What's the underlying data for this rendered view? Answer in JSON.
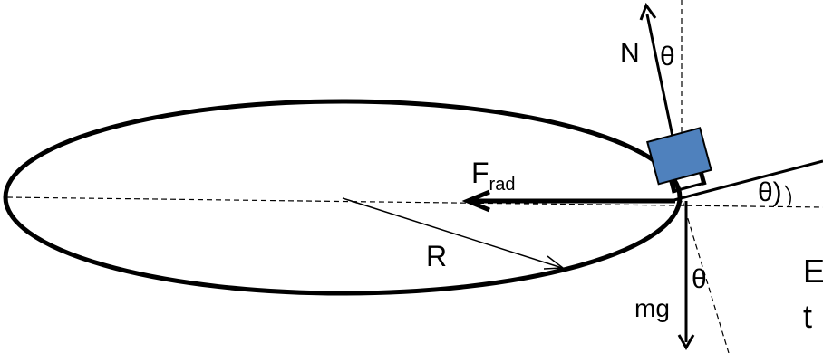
{
  "labels": {
    "normal": "N",
    "theta_normal": "θ",
    "force_main": "F",
    "force_sub": "rad",
    "radius": "R",
    "bank_theta": "θ)",
    "weight": "mg",
    "weight_theta": "θ",
    "cut_text_line1": "E",
    "cut_text_line2": "t"
  },
  "colors": {
    "car": "#4f81bd",
    "car_outline": "#000000",
    "line": "#000000",
    "background": "#ffffff"
  }
}
